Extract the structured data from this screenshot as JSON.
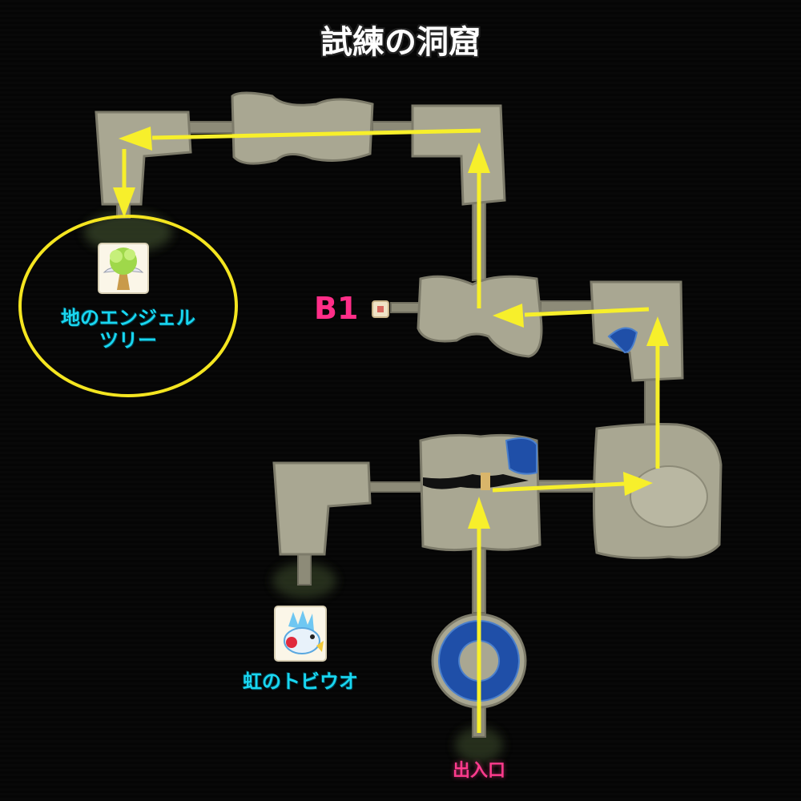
{
  "map": {
    "title": "試練の洞窟",
    "floor_label": "B1",
    "entrance_label": "出入口",
    "items": [
      {
        "name": "地のエンジェルツリー",
        "line1": "地のエンジェル",
        "line2": "ツリー",
        "icon": "angel-tree-icon"
      },
      {
        "name": "虹のトビウオ",
        "line1": "虹のトビウオ",
        "icon": "rainbow-flying-fish-icon"
      }
    ],
    "colors": {
      "background": "#050505",
      "room_fill": "#a9a792",
      "route_arrow": "#f7ef2b",
      "highlight_ring": "#f4e520",
      "item_text": "#19d6f0",
      "entrance_text": "#ff3b8d",
      "floor_text": "#ff2e88",
      "water": "#1f4fa8"
    }
  }
}
